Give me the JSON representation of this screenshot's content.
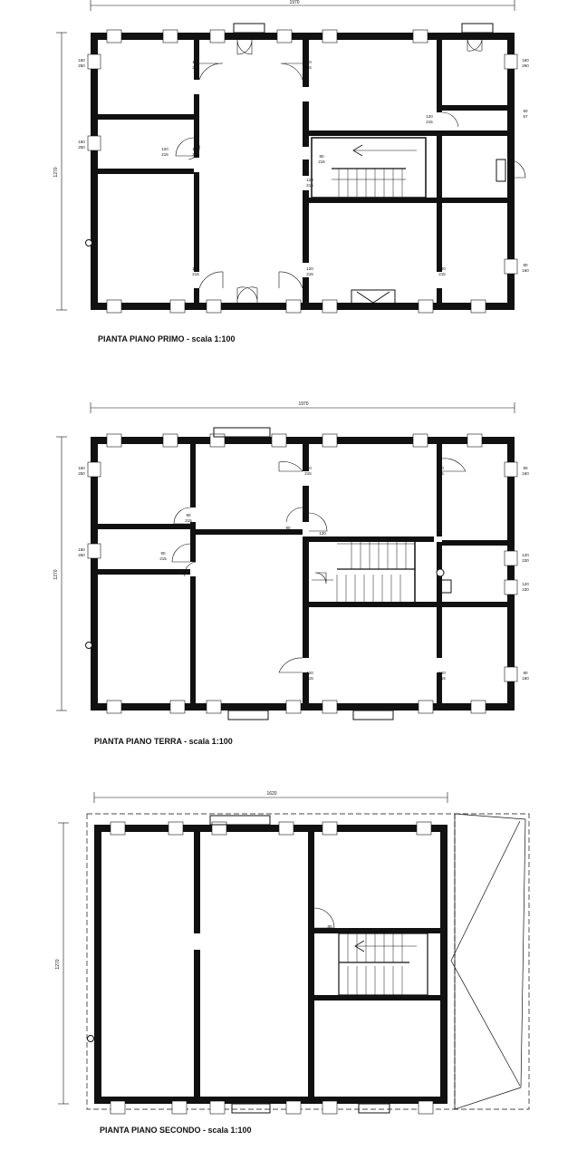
{
  "plans": [
    {
      "id": "primo",
      "caption": "PIANTA PIANO PRIMO - scala 1:100",
      "width_dim": "1970",
      "height_dim": "1270",
      "door_labels": [
        {
          "top": "120",
          "bottom": "215"
        },
        {
          "top": "120",
          "bottom": "215"
        },
        {
          "top": "120",
          "bottom": "215"
        },
        {
          "top": "120",
          "bottom": "215"
        },
        {
          "top": "80",
          "bottom": "215"
        },
        {
          "top": "120",
          "bottom": "215"
        },
        {
          "top": "120",
          "bottom": "215"
        },
        {
          "top": "120",
          "bottom": "215"
        },
        {
          "top": "120",
          "bottom": "215"
        },
        {
          "top": "120",
          "bottom": "215"
        }
      ],
      "window_labels": [
        {
          "top": "160",
          "bottom": "250"
        },
        {
          "top": "160",
          "bottom": "250"
        },
        {
          "top": "160",
          "bottom": "250"
        },
        {
          "top": "60",
          "bottom": "57"
        },
        {
          "top": "90",
          "bottom": "160"
        }
      ]
    },
    {
      "id": "terra",
      "caption": "PIANTA PIANO TERRA - scala 1:100",
      "width_dim": "1970",
      "height_dim": "1270",
      "door_labels": [
        {
          "top": "120",
          "bottom": "215"
        },
        {
          "top": "120",
          "bottom": "215"
        },
        {
          "top": "90",
          "bottom": "215"
        },
        {
          "top": "90",
          "bottom": "215"
        },
        {
          "top": "90",
          "bottom": "215"
        },
        {
          "top": "120",
          "bottom": "215"
        },
        {
          "top": "120",
          "bottom": "215"
        },
        {
          "top": "120",
          "bottom": "215"
        }
      ],
      "window_labels": [
        {
          "top": "160",
          "bottom": "250"
        },
        {
          "top": "160",
          "bottom": "250"
        },
        {
          "top": "90",
          "bottom": "160"
        },
        {
          "top": "120",
          "bottom": "230"
        },
        {
          "top": "120",
          "bottom": "230"
        },
        {
          "top": "90",
          "bottom": "160"
        }
      ]
    },
    {
      "id": "secondo",
      "caption": "PIANTA PIANO SECONDO - scala 1:100",
      "width_dim": "1620",
      "height_dim": "1270",
      "door_labels": [
        {
          "top": "80",
          "bottom": "200"
        }
      ],
      "window_labels": []
    }
  ]
}
